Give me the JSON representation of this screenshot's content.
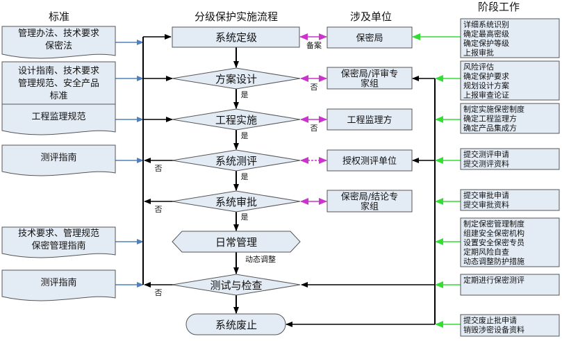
{
  "headers": {
    "standards": "标准",
    "flow": "分级保护实施流程",
    "units": "涉及单位",
    "work": "阶段工作"
  },
  "colors": {
    "box_fill": "#e3ebf5",
    "box_stroke": "#555555",
    "flow_line": "#000000",
    "standard_arrow": "#4f81bd",
    "unit_arrow": "#cc33cc",
    "work_arrow": "#33dd33"
  },
  "standards": [
    {
      "lines": [
        "管理办法、技术要求",
        "保密法"
      ]
    },
    {
      "lines": [
        "设计指南、技术要求",
        "管理规范、安全产品",
        "标准"
      ]
    },
    {
      "lines": [
        "工程监理规范"
      ]
    },
    {
      "lines": [
        "测评指南"
      ]
    },
    {
      "lines": [
        "技术要求、管理规范",
        "保密管理指南"
      ]
    },
    {
      "lines": [
        "测评指南"
      ]
    }
  ],
  "flow": {
    "steps": [
      {
        "label": "系统定级",
        "shape": "rect"
      },
      {
        "label": "方案设计",
        "shape": "diamond"
      },
      {
        "label": "工程实施",
        "shape": "diamond"
      },
      {
        "label": "系统测评",
        "shape": "diamond"
      },
      {
        "label": "系统审批",
        "shape": "diamond"
      },
      {
        "label": "日常管理",
        "shape": "hexagon"
      },
      {
        "label": "测试与检查",
        "shape": "diamond"
      },
      {
        "label": "系统废止",
        "shape": "terminator"
      }
    ],
    "yes_label": "是",
    "no_label": "否",
    "dynamic_label": "动态调整",
    "filing_label": "备案"
  },
  "units": [
    {
      "lines": [
        "保密局"
      ],
      "link_label": "备案"
    },
    {
      "lines": [
        "保密局/评审专",
        "家组"
      ],
      "link_label": "否"
    },
    {
      "lines": [
        "工程监理方"
      ],
      "link_label": "否"
    },
    {
      "lines": [
        "授权测评单位"
      ],
      "link_label": ""
    },
    {
      "lines": [
        "保密局/结论专",
        "家组"
      ],
      "link_label": ""
    }
  ],
  "work": [
    {
      "lines": [
        "详细系统识别",
        "确定最高密级",
        "确定保护等级",
        "上报审批"
      ]
    },
    {
      "lines": [
        "风险评估",
        "确定保护要求",
        "规划设计方案",
        "上报审查论证"
      ]
    },
    {
      "lines": [
        "制定实施保密制度",
        "确定工程监理方",
        "确定产品集成方"
      ]
    },
    {
      "lines": [
        "提交测评申请",
        "提交测评资料"
      ]
    },
    {
      "lines": [
        "提交审批申请",
        "提交审批资料"
      ]
    },
    {
      "lines": [
        "制定保密管理制度",
        "组建安全保密机构",
        "设置安全保密专员",
        "定期风险自查",
        "动态调整防护措施"
      ]
    },
    {
      "lines": [
        "定期进行保密测评"
      ]
    },
    {
      "lines": [
        "提交废止批申请",
        "销毁涉密设备资料"
      ]
    }
  ]
}
